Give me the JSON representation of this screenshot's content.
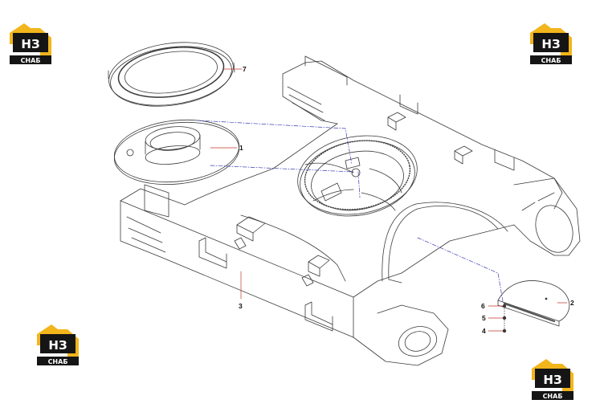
{
  "colors": {
    "line": "#3a3a3a",
    "leader": "#c0392b",
    "dash": "#3b3bb5",
    "logo_gold": "#f2b51c",
    "logo_dark": "#151515"
  },
  "logo": {
    "top_text": "НЗ",
    "bottom_text": "СНАБ"
  },
  "callouts": {
    "c1": "1",
    "c2": "2",
    "c3": "3",
    "c4": "4",
    "c5": "5",
    "c6": "6",
    "c7": "7"
  }
}
